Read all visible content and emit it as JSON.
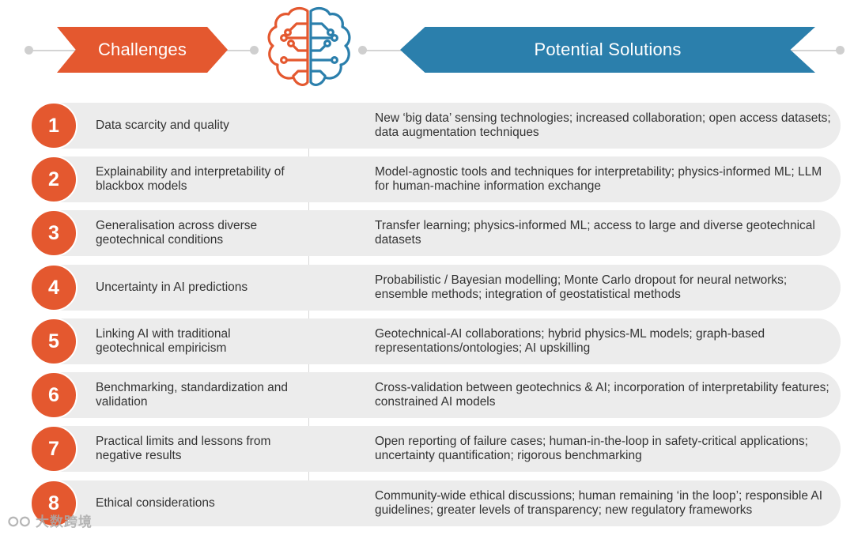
{
  "header": {
    "challenges_label": "Challenges",
    "solutions_label": "Potential Solutions"
  },
  "colors": {
    "challenge_accent": "#e4582f",
    "solution_accent": "#2b7fac",
    "row_background": "#ececec"
  },
  "rows": [
    {
      "number": "1",
      "challenge": "Data scarcity and quality",
      "solution": "New ‘big data’ sensing technologies; increased collaboration; open access datasets; data augmentation techniques"
    },
    {
      "number": "2",
      "challenge": "Explainability and interpretability of blackbox models",
      "solution": "Model-agnostic tools and techniques for interpretability; physics-informed ML; LLM for human-machine information exchange"
    },
    {
      "number": "3",
      "challenge": "Generalisation across diverse geotechnical conditions",
      "solution": "Transfer learning; physics-informed ML; access to large and diverse geotechnical datasets"
    },
    {
      "number": "4",
      "challenge": "Uncertainty in AI predictions",
      "solution": "Probabilistic / Bayesian modelling; Monte Carlo dropout for neural networks; ensemble methods; integration of geostatistical methods"
    },
    {
      "number": "5",
      "challenge": "Linking AI with traditional geotechnical empiricism",
      "solution": "Geotechnical-AI collaborations; hybrid physics-ML models; graph-based representations/ontologies; AI upskilling"
    },
    {
      "number": "6",
      "challenge": "Benchmarking, standardization and validation",
      "solution": "Cross-validation between geotechnics & AI; incorporation of interpretability features; constrained AI models"
    },
    {
      "number": "7",
      "challenge": "Practical limits and lessons from negative results",
      "solution": "Open reporting of failure cases; human-in-the-loop in safety-critical applications; uncertainty quantification; rigorous benchmarking"
    },
    {
      "number": "8",
      "challenge": "Ethical considerations",
      "solution": "Community-wide ethical discussions; human remaining ‘in the loop’; responsible AI guidelines; greater levels of transparency; new regulatory frameworks"
    }
  ],
  "watermark": "大数跨境"
}
